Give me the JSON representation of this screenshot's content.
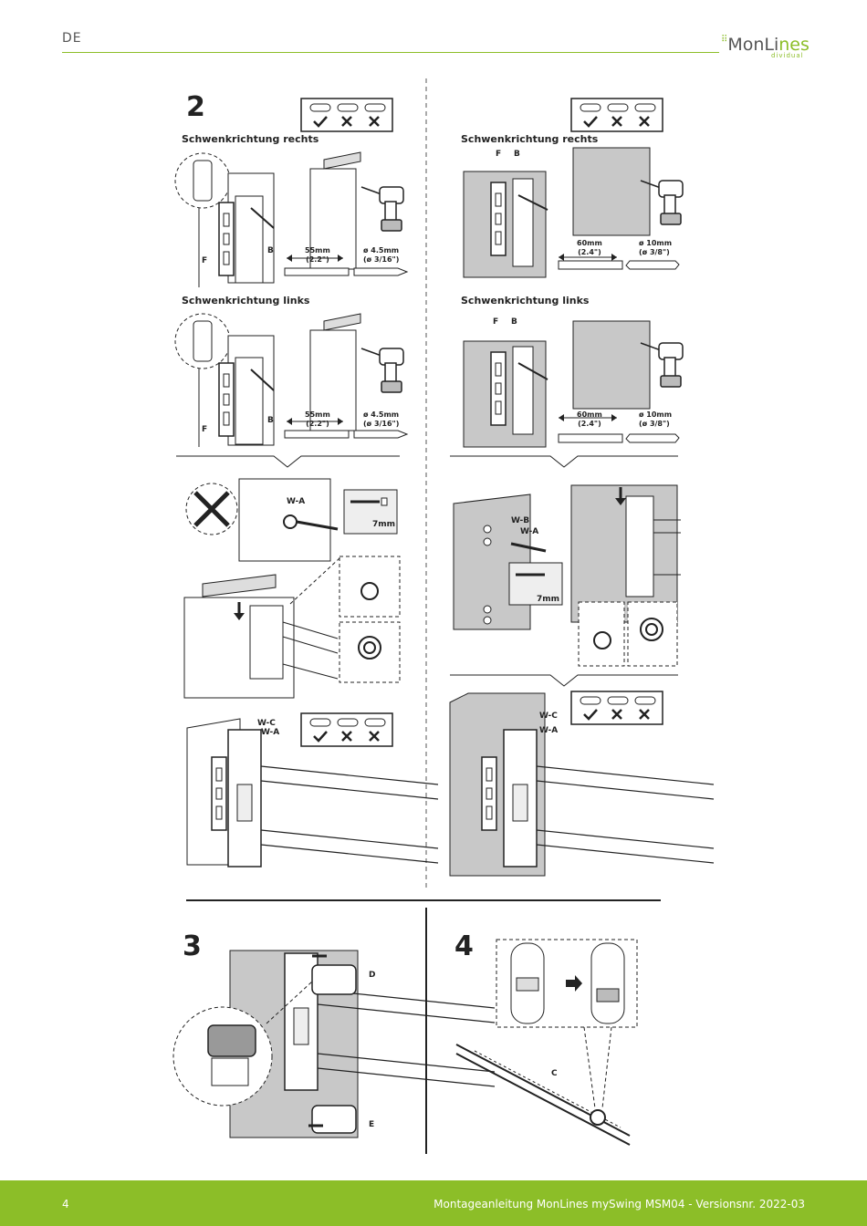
{
  "header": {
    "lang": "DE",
    "brand_main": "MonLi",
    "brand_accent": "nes",
    "brand_sub": "dividual"
  },
  "step2": {
    "number": "2",
    "swivel_right": "Schwenkrichtung rechts",
    "swivel_left": "Schwenkrichtung links",
    "label_F": "F",
    "label_B": "B",
    "wood": {
      "dist": "55mm",
      "dist_in": "(2.2\")",
      "drill": "ø 4.5mm",
      "drill_in": "(ø 3/16\")"
    },
    "concrete": {
      "dist": "60mm",
      "dist_in": "(2.4\")",
      "drill": "ø 10mm",
      "drill_in": "(ø 3/8\")"
    },
    "screw_wa": "W-A",
    "screw_wb": "W-B",
    "screw_wc": "W-C",
    "depth": "7mm"
  },
  "step3": {
    "number": "3",
    "label_D": "D",
    "label_E": "E"
  },
  "step4": {
    "number": "4",
    "label_C": "C"
  },
  "footer": {
    "page": "4",
    "text": "Montageanleitung MonLines mySwing MSM04  -  Versionsnr. 2022-03"
  },
  "colors": {
    "accent": "#8cbe28",
    "wall": "#c8c8c8"
  }
}
